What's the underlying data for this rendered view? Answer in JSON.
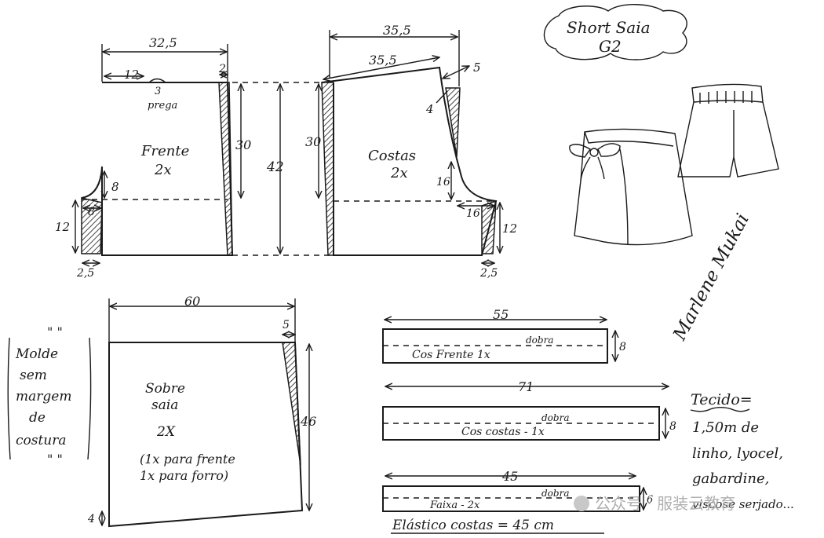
{
  "title": {
    "line1": "Short Saia",
    "line2": "G2"
  },
  "frente": {
    "width": "32,5",
    "top_seg": "12",
    "right_seg": "2",
    "pleat_num": "3",
    "pleat_label": "prega",
    "name": "Frente",
    "count": "2x",
    "height": "30",
    "crotch_h": "8",
    "crotch_w": "8",
    "inseam": "12",
    "hem": "2,5"
  },
  "costas": {
    "width": "35,5",
    "slant_top": "35,5",
    "top_rise": "5",
    "side": "4",
    "height": "30",
    "name": "Costas",
    "count": "2x",
    "crotch_h": "16",
    "crotch_w": "16",
    "inseam": "12",
    "hem": "2,5"
  },
  "total_height": "42",
  "sobre_saia": {
    "width": "60",
    "top_right": "5",
    "name_line1": "Sobre",
    "name_line2": "saia",
    "count": "2X",
    "note_line1": "(1x para frente",
    "note_line2": "1x para forro)",
    "height": "46",
    "bottom_left": "4"
  },
  "note": {
    "marks_top": "\" \"",
    "lines": [
      "Molde",
      "sem",
      "margem",
      "de",
      "costura"
    ],
    "marks_bottom": "\" \""
  },
  "waistbands": [
    {
      "length": "55",
      "label": "Cos Frente 1x",
      "fold": "dobra",
      "height": "8"
    },
    {
      "length": "71",
      "label": "Cos costas - 1x",
      "fold": "dobra",
      "height": "8"
    },
    {
      "length": "45",
      "label": "Faixa - 2x",
      "fold": "dobra",
      "height": "6"
    }
  ],
  "elastic": "Elástico costas = 45 cm",
  "fabric": {
    "heading": "Tecido=",
    "lines": [
      "1,50m de",
      "linho, lyocel,",
      "gabardine,",
      "viscose serjado..."
    ]
  },
  "signature": "Marlene Mukai",
  "watermark": "公众号 · 服装云教育"
}
